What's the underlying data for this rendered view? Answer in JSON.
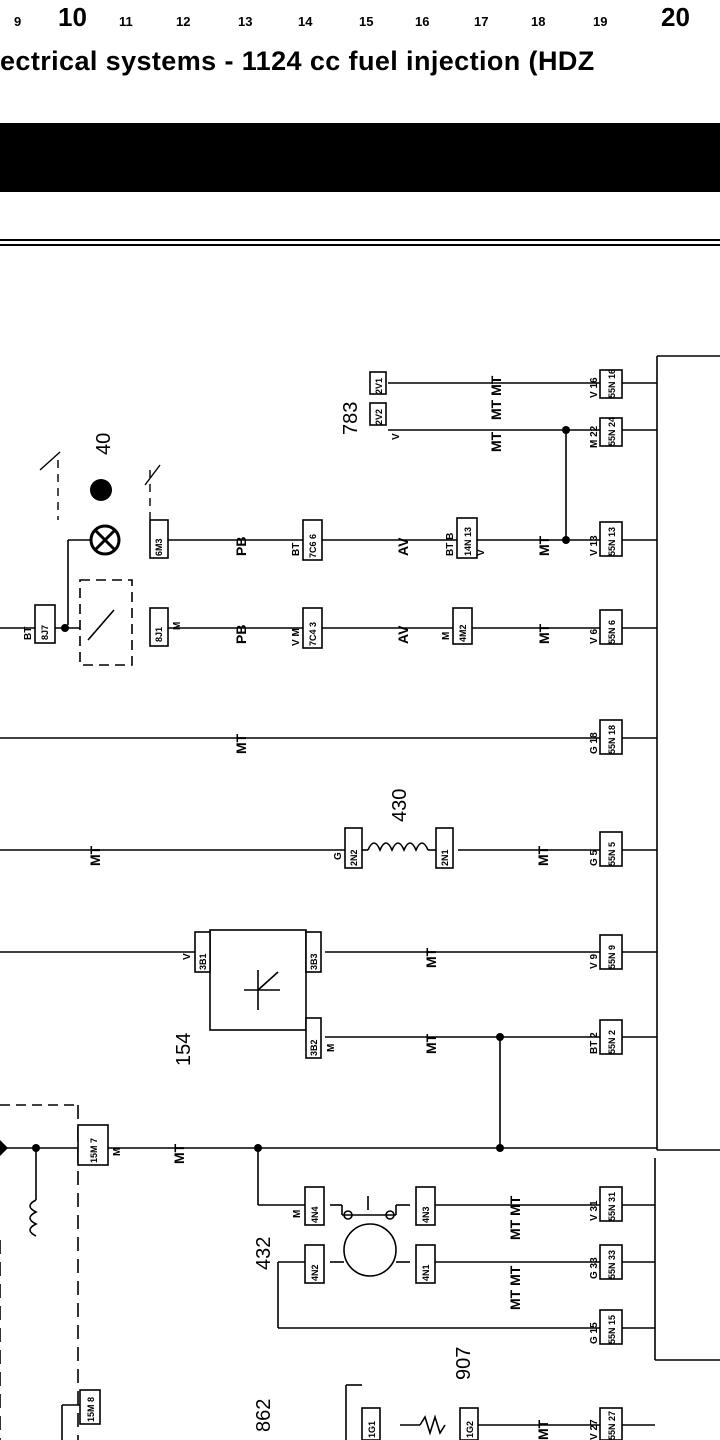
{
  "header": {
    "column_numbers": [
      "9",
      "10",
      "11",
      "12",
      "13",
      "14",
      "15",
      "16",
      "17",
      "18",
      "19",
      "20"
    ],
    "title": "ectrical systems - 1124 cc fuel injection (HDZ"
  },
  "diagram": {
    "components": [
      "783",
      "40",
      "430",
      "154",
      "432",
      "907",
      "862"
    ],
    "wire_codes": {
      "mt": "MT",
      "mtmt": "MT MT",
      "pb": "PB",
      "av": "AV"
    },
    "connectors": {
      "c2v1": "2V1",
      "c2v2": "2V2",
      "c55n16": "55N 16",
      "c55n24": "55N 24",
      "c55n13": "55N 13",
      "c55n6": "55N 6",
      "c55n18": "55N 18",
      "c55n5": "55N 5",
      "c55n9": "55N 9",
      "c55n2": "55N 2",
      "c55n31": "55N 31",
      "c55n33": "55N 33",
      "c55n15": "55N 15",
      "c55n27": "55N 27",
      "c6m3": "6M3",
      "c7c6": "7C6 6",
      "c14n13": "14N 13",
      "c8j7": "8J7",
      "c8j1": "8J1",
      "c7c4": "7C4 3",
      "c4m2": "4M2",
      "c2n2": "2N2",
      "c2n1": "2N1",
      "c3b1": "3B1",
      "c3b3": "3B3",
      "c3b2": "3B2",
      "c15m7": "15M 7",
      "c15m8": "15M 8",
      "c4n4": "4N4",
      "c4n3": "4N3",
      "c4n2": "4N2",
      "c4n1": "4N1",
      "c1g1": "1G1",
      "c1g2": "1G2"
    },
    "pin_marks": {
      "v16": "V 16",
      "m22": "M 22",
      "v13": "V 13",
      "v6": "V 6",
      "g18": "G 18",
      "g5": "G 5",
      "v9": "V 9",
      "bt2": "BT 2",
      "v31": "V 31",
      "g33": "G 33",
      "g15": "G 15",
      "v27": "V 27",
      "bt": "BT",
      "btb": "BT B",
      "m": "M",
      "v": "V",
      "vm": "V M",
      "g": "G"
    }
  }
}
